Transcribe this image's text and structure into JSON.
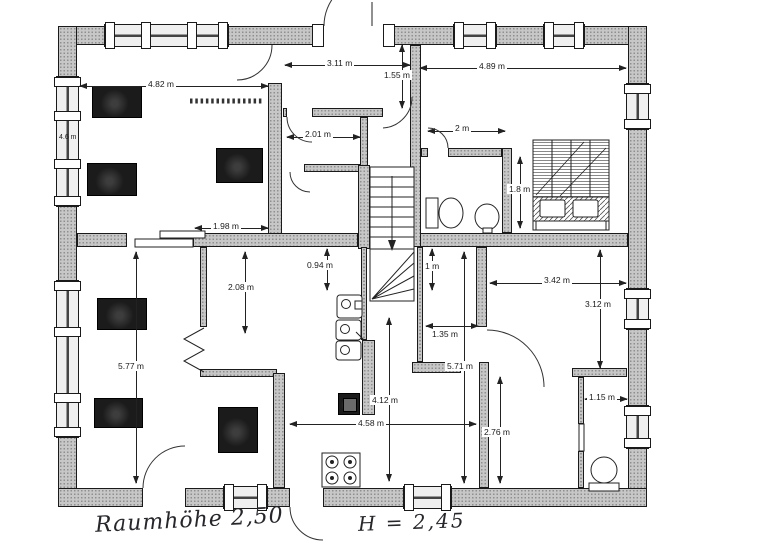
{
  "notes": {
    "left": "Raumhöhe 2,50",
    "right": "H = 2,45"
  },
  "dimensions": {
    "d482": "4.82 m",
    "d311": "3.11 m",
    "d155": "1.55 m",
    "d489": "4.89 m",
    "d46": "4.6 m",
    "d201": "2.01 m",
    "d2": "2 m",
    "d18": "1.8 m",
    "d198": "1.98 m",
    "d094": "0.94 m",
    "d1": "1 m",
    "d208": "2.08 m",
    "d342": "3.42 m",
    "d312": "3.12 m",
    "d577": "5.77 m",
    "d135": "1.35 m",
    "d571": "5.71 m",
    "d412": "4.12 m",
    "d458": "4.58 m",
    "d276": "2.76 m",
    "d115": "1.15 m"
  }
}
